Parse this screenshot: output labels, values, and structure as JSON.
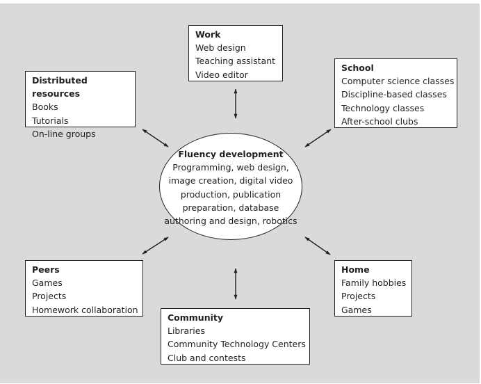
{
  "center": {
    "title": "Fluency development",
    "lines": [
      "Programming, web design,",
      "image creation, digital video",
      "production, publication",
      "preparation, database",
      "authoring and design, robotics"
    ]
  },
  "boxes": {
    "work": {
      "title": "Work",
      "items": [
        "Web design",
        "Teaching assistant",
        "Video editor"
      ]
    },
    "distributed": {
      "title": "Distributed resources",
      "items": [
        "Books",
        "Tutorials",
        "On-line groups"
      ]
    },
    "school": {
      "title": "School",
      "items": [
        "Computer science classes",
        "Discipline-based classes",
        "Technology classes",
        "After-school clubs"
      ]
    },
    "peers": {
      "title": "Peers",
      "items": [
        "Games",
        "Projects",
        "Homework collaboration"
      ]
    },
    "home": {
      "title": "Home",
      "items": [
        "Family hobbies",
        "Projects",
        "Games"
      ]
    },
    "community": {
      "title": "Community",
      "items": [
        "Libraries",
        "Community Technology Centers",
        "Club and contests"
      ]
    }
  },
  "colors": {
    "panel": "#d9dad9",
    "ink": "#231f20",
    "box_fill": "#ffffff"
  }
}
